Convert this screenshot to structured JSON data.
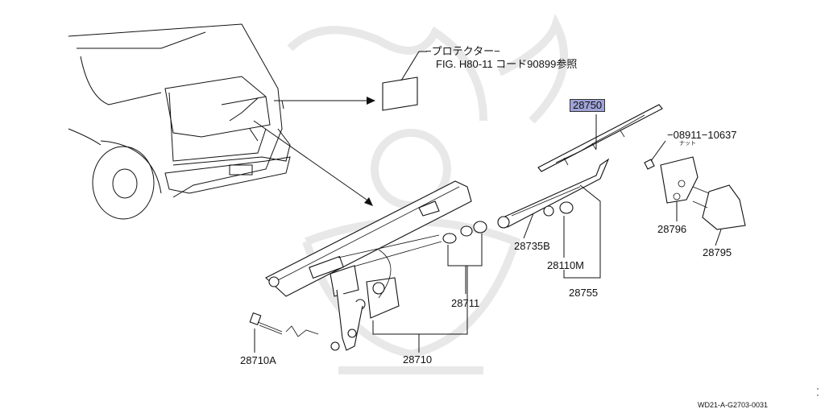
{
  "callout": {
    "line1": "プロテクター",
    "line2": "FIG. H80-11 コード90899参照"
  },
  "parts": {
    "p28750": "28750",
    "p08911": "08911−10637",
    "p08911_sub": "ナット",
    "p28796": "28796",
    "p28795": "28795",
    "p28735B": "28735B",
    "p28110M": "28110M",
    "p28755": "28755",
    "p28711": "28711",
    "p28710": "28710",
    "p28710A": "28710A"
  },
  "diagram_code": "WD21-A-G2703-0031",
  "colors": {
    "highlight": "#9fa3d8",
    "line": "#111111"
  }
}
